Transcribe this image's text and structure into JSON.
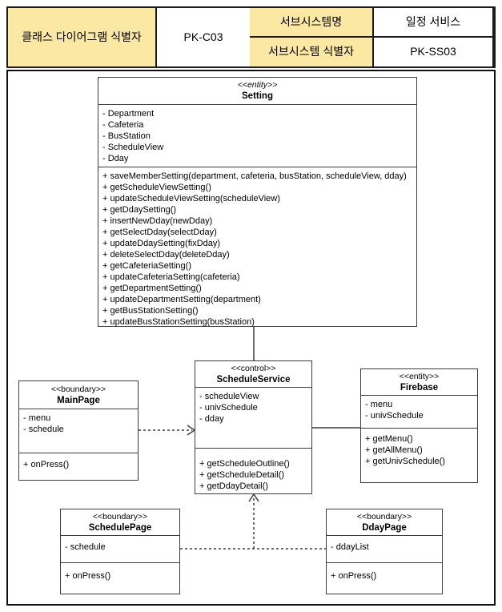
{
  "header": {
    "row1_label": "서브시스템명",
    "row1_value": "일정 서비스",
    "row2_label": "서브시스템 식별자",
    "row2_value": "PK-SS03",
    "diagram_label": "클래스 다이어그램 식별자",
    "diagram_value": "PK-C03",
    "label_bg_color": "#FBE8A2"
  },
  "classes": [
    {
      "stereotype": "<<entity>>",
      "name": "Setting",
      "attributes": [
        "- Department",
        "- Cafeteria",
        "- BusStation",
        "- ScheduleView",
        "- Dday"
      ],
      "methods": [
        "+ saveMemberSetting(department, cafeteria, busStation, scheduleView, dday)",
        "+ getScheduleViewSetting()",
        "+ updateScheduleViewSetting(scheduleView)",
        "+ getDdaySetting()",
        "+ insertNewDday(newDday)",
        "+ getSelectDday(selectDday)",
        "+ updateDdaySetting(fixDday)",
        "+ deleteSelectDday(deleteDday)",
        "+ getCafeteriaSetting()",
        "+ updateCafeteriaSetting(cafeteria)",
        "+ getDepartmentSetting()",
        "+ updateDepartmentSetting(department)",
        "+ getBusStationSetting()",
        "+ updateBusStationSetting(busStation)"
      ]
    },
    {
      "stereotype": "<<control>>",
      "name": "ScheduleService",
      "attributes": [
        "- scheduleView",
        "- univSchedule",
        "- dday"
      ],
      "methods": [
        "+ getScheduleOutline()",
        "+ getScheduleDetail()",
        "+ getDdayDetail()"
      ]
    },
    {
      "stereotype": "<<boundary>>",
      "name": "MainPage",
      "attributes": [
        "- menu",
        "- schedule"
      ],
      "methods": [
        "+ onPress()"
      ]
    },
    {
      "stereotype": "<<entity>>",
      "name": "Firebase",
      "attributes": [
        "- menu",
        "- univSchedule"
      ],
      "methods": [
        "+ getMenu()",
        "+ getAllMenu()",
        "+ getUnivSchedule()"
      ]
    },
    {
      "stereotype": "<<boundary>>",
      "name": "SchedulePage",
      "attributes": [
        "- schedule"
      ],
      "methods": [
        "+ onPress()"
      ]
    },
    {
      "stereotype": "<<boundary>>",
      "name": "DdayPage",
      "attributes": [
        "- ddayList"
      ],
      "methods": [
        "+ onPress()"
      ]
    }
  ],
  "connectors": [
    {
      "from": "Setting",
      "to": "ScheduleService",
      "style": "solid",
      "arrow": "none"
    },
    {
      "from": "MainPage",
      "to": "ScheduleService",
      "style": "dashed",
      "arrow": "open-right"
    },
    {
      "from": "ScheduleService",
      "to": "Firebase",
      "style": "solid",
      "arrow": "none"
    },
    {
      "from": "SchedulePage",
      "to": "DdayPage",
      "style": "dashed",
      "arrow": "none"
    },
    {
      "from": "SchedulePage/DdayPage",
      "to": "ScheduleService",
      "style": "dashed",
      "arrow": "open-up"
    }
  ]
}
